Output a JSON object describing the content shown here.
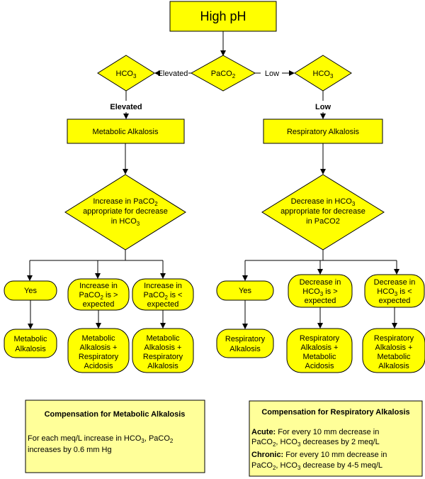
{
  "title": "High pH",
  "top_row": {
    "left_hco3": {
      "main": "HCO",
      "sub": "3"
    },
    "center_paco2": {
      "main": "PaCO",
      "sub": "2"
    },
    "right_hco3": {
      "main": "HCO",
      "sub": "3"
    },
    "label_elevated": "Elevated",
    "label_low": "Low"
  },
  "branch_labels": {
    "left": "Elevated",
    "right": "Low"
  },
  "left": {
    "box": "Metabolic Alkalosis",
    "diamond": {
      "l1": "Increase in PaCO",
      "l1_sub": "2",
      "l2": "appropriate for decrease",
      "l3": "in HCO",
      "l3_sub": "3"
    },
    "outcomes": [
      {
        "name": "yes",
        "l1": "Yes",
        "result": [
          "Metabolic",
          "Alkalosis"
        ]
      },
      {
        "name": "greater",
        "l1": "Increase in",
        "l2a": "PaCO",
        "l2sub": "2",
        "l2b": " is >",
        "l3": "expected",
        "result": [
          "Metabolic",
          "Alkalosis +",
          "Respiratory",
          "Acidosis"
        ]
      },
      {
        "name": "less",
        "l1": "Increase in",
        "l2a": "PaCO",
        "l2sub": "2",
        "l2b": " is <",
        "l3": "expected",
        "result": [
          "Metabolic",
          "Alkalosis +",
          "Respiratory",
          "Alkalosis"
        ]
      }
    ]
  },
  "right": {
    "box": "Respiratory Alkalosis",
    "diamond": {
      "l1": "Decrease in HCO",
      "l1_sub": "3",
      "l2": "appropriate for decrease",
      "l3": "in PaCO2"
    },
    "outcomes": [
      {
        "name": "yes",
        "l1": "Yes",
        "result": [
          "Respiratory",
          "Alkalosis"
        ]
      },
      {
        "name": "greater",
        "l1": "Decrease in",
        "l2a": "HCO",
        "l2sub": "3",
        "l2b": " is >",
        "l3": "expected",
        "result": [
          "Respiratory",
          "Alkalosis +",
          "Metabolic",
          "Acidosis"
        ]
      },
      {
        "name": "less",
        "l1": "Decrease in",
        "l2a": "HCO",
        "l2sub": "3",
        "l2b": " is <",
        "l3": "expected",
        "result": [
          "Respiratory",
          "Alkalosis +",
          "Metabolic",
          "Alkalosis"
        ]
      }
    ]
  },
  "notes": {
    "metabolic": {
      "heading": "Compensation for Metabolic Alkalosis",
      "line1a": "For each meq/L increase in HCO",
      "line1sub": "3",
      "line1b": ", PaCO",
      "line1sub2": "2",
      "line2": "increases by 0.6 mm Hg"
    },
    "respiratory": {
      "heading": "Compensation for Respiratory Alkalosis",
      "acute_label": "Acute:",
      "acute_l1": " For every 10 mm decrease in",
      "acute_l2a": "PaCO",
      "acute_l2sub": "2",
      "acute_l2b": ", HCO",
      "acute_l2sub2": "3",
      "acute_l2c": " decreases by 2 meq/L",
      "chronic_label": "Chronic:",
      "chronic_l1": " For every 10 mm decrease in",
      "chronic_l2a": "PaCO",
      "chronic_l2sub": "2",
      "chronic_l2b": ", HCO",
      "chronic_l2sub2": "3",
      "chronic_l2c": " decrease by 4-5 meq/L"
    }
  }
}
